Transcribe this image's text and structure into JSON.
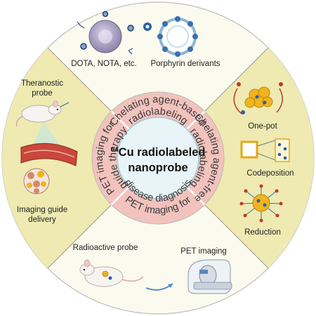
{
  "center": {
    "superscript": "64",
    "line1": "Cu radiolabeled",
    "line2": "nanoprobe"
  },
  "ring": {
    "top": [
      "Chelating agent-based",
      "radiolabeling"
    ],
    "right": [
      "Chelating agent-free",
      "radiolabeling"
    ],
    "bottom": [
      "PET imaging for",
      "disease diagnosis"
    ],
    "left": [
      "PET imaging for",
      "guide therapy"
    ]
  },
  "outer": {
    "top": {
      "label_left": "DOTA, NOTA, etc.",
      "label_right": "Porphyrin derivants"
    },
    "right": {
      "label_1": "One-pot",
      "label_2": "Codeposition",
      "label_3": "Reduction"
    },
    "bottom": {
      "label_left": "Radioactive probe",
      "label_right": "PET imaging"
    },
    "left": {
      "label_top_1": "Theranostic",
      "label_top_2": "probe",
      "label_bottom_1": "Imaging guide",
      "label_bottom_2": "delivery"
    }
  },
  "colors": {
    "outer_ring": "#fbfaee",
    "side_quadrants": "#eeeab2",
    "ring_band": "#f2c3bd",
    "center_fill": "#e8f4f7",
    "divider": "#8a8a8a"
  }
}
